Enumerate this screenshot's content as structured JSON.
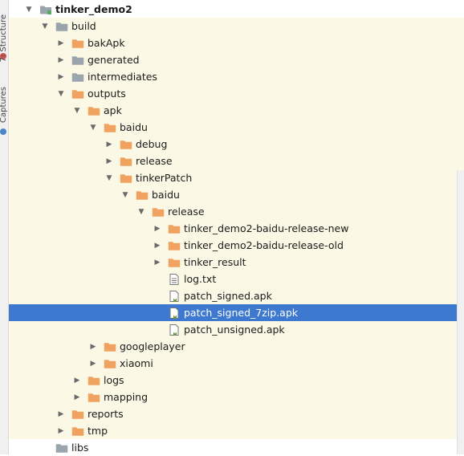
{
  "side_tabs": {
    "structure": "7: Structure",
    "captures": "Captures"
  },
  "colors": {
    "selection": "#3d78d1",
    "highlight": "#fbf9e6",
    "folder_orange": "#f0a260",
    "folder_gray": "#9aa4ad"
  },
  "tree": [
    {
      "label": "tinker_demo2",
      "level": 0,
      "arrow": "down",
      "icon": "module",
      "bold": true
    },
    {
      "label": "build",
      "level": 1,
      "arrow": "down",
      "icon": "folder-gray"
    },
    {
      "label": "bakApk",
      "level": 2,
      "arrow": "right",
      "icon": "folder-orange"
    },
    {
      "label": "generated",
      "level": 2,
      "arrow": "right",
      "icon": "folder-gray"
    },
    {
      "label": "intermediates",
      "level": 2,
      "arrow": "right",
      "icon": "folder-gray"
    },
    {
      "label": "outputs",
      "level": 2,
      "arrow": "down",
      "icon": "folder-orange"
    },
    {
      "label": "apk",
      "level": 3,
      "arrow": "down",
      "icon": "folder-orange"
    },
    {
      "label": "baidu",
      "level": 4,
      "arrow": "down",
      "icon": "folder-orange"
    },
    {
      "label": "debug",
      "level": 5,
      "arrow": "right",
      "icon": "folder-orange"
    },
    {
      "label": "release",
      "level": 5,
      "arrow": "right",
      "icon": "folder-orange"
    },
    {
      "label": "tinkerPatch",
      "level": 5,
      "arrow": "down",
      "icon": "folder-orange"
    },
    {
      "label": "baidu",
      "level": 6,
      "arrow": "down",
      "icon": "folder-orange"
    },
    {
      "label": "release",
      "level": 7,
      "arrow": "down",
      "icon": "folder-orange"
    },
    {
      "label": "tinker_demo2-baidu-release-new",
      "level": 8,
      "arrow": "right",
      "icon": "folder-orange"
    },
    {
      "label": "tinker_demo2-baidu-release-old",
      "level": 8,
      "arrow": "right",
      "icon": "folder-orange"
    },
    {
      "label": "tinker_result",
      "level": 8,
      "arrow": "right",
      "icon": "folder-orange"
    },
    {
      "label": "log.txt",
      "level": 8,
      "arrow": "none",
      "icon": "file-text"
    },
    {
      "label": "patch_signed.apk",
      "level": 8,
      "arrow": "none",
      "icon": "file-apk"
    },
    {
      "label": "patch_signed_7zip.apk",
      "level": 8,
      "arrow": "none",
      "icon": "file-apk",
      "selected": true
    },
    {
      "label": "patch_unsigned.apk",
      "level": 8,
      "arrow": "none",
      "icon": "file-apk"
    },
    {
      "label": "googleplayer",
      "level": 4,
      "arrow": "right",
      "icon": "folder-orange"
    },
    {
      "label": "xiaomi",
      "level": 4,
      "arrow": "right",
      "icon": "folder-orange"
    },
    {
      "label": "logs",
      "level": 3,
      "arrow": "right",
      "icon": "folder-orange"
    },
    {
      "label": "mapping",
      "level": 3,
      "arrow": "right",
      "icon": "folder-orange"
    },
    {
      "label": "reports",
      "level": 2,
      "arrow": "right",
      "icon": "folder-orange"
    },
    {
      "label": "tmp",
      "level": 2,
      "arrow": "right",
      "icon": "folder-orange"
    },
    {
      "label": "libs",
      "level": 1,
      "arrow": "none",
      "icon": "folder-gray"
    }
  ]
}
